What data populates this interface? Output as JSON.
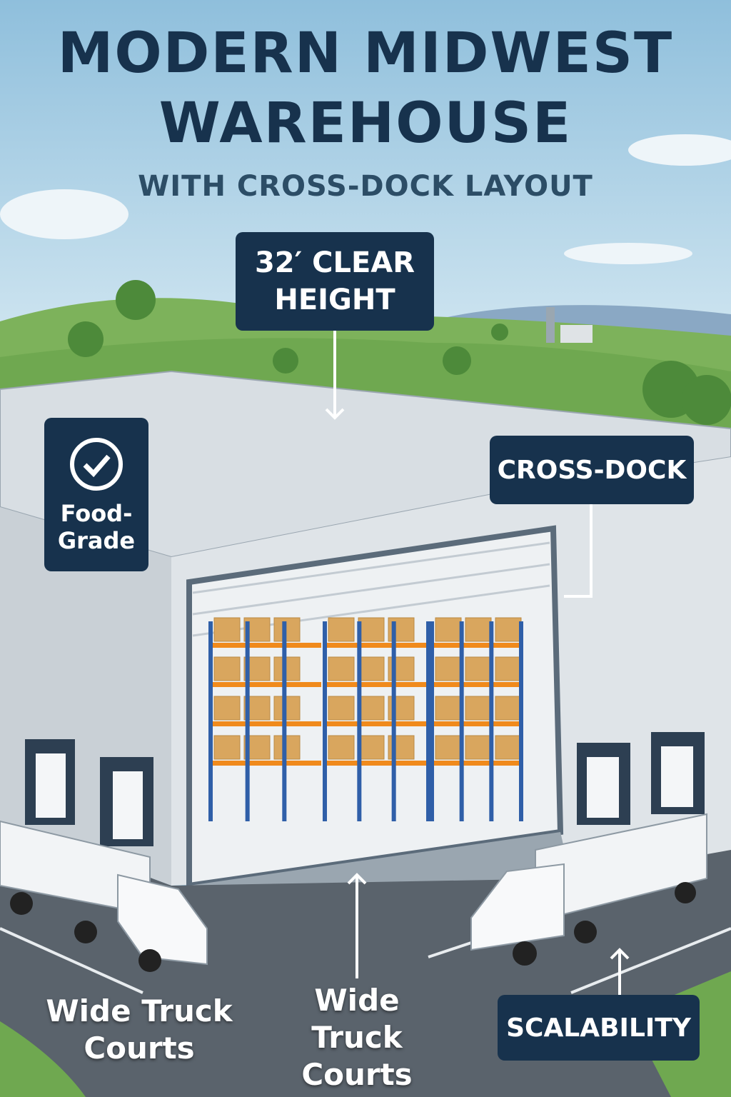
{
  "title": {
    "line1": "MODERN MIDWEST",
    "line2": "WAREHOUSE",
    "subtitle": "WITH CROSS-DOCK LAYOUT"
  },
  "callouts": {
    "clear_height": "32′ CLEAR HEIGHT",
    "food_grade": "Food-Grade",
    "cross_dock": "CROSS-DOCK",
    "scalability": "SCALABILITY",
    "truck_courts_left": "Wide Truck Courts",
    "truck_courts_center": "Wide Truck Courts"
  },
  "icons": {
    "food_grade": "check-circle-icon"
  },
  "colors": {
    "navy": "#17324d",
    "sky": "#a9cfe6",
    "grass": "#6fa850",
    "rack_blue": "#2f5fa8",
    "rack_orange": "#f08a1c",
    "box": "#d9a65e"
  }
}
